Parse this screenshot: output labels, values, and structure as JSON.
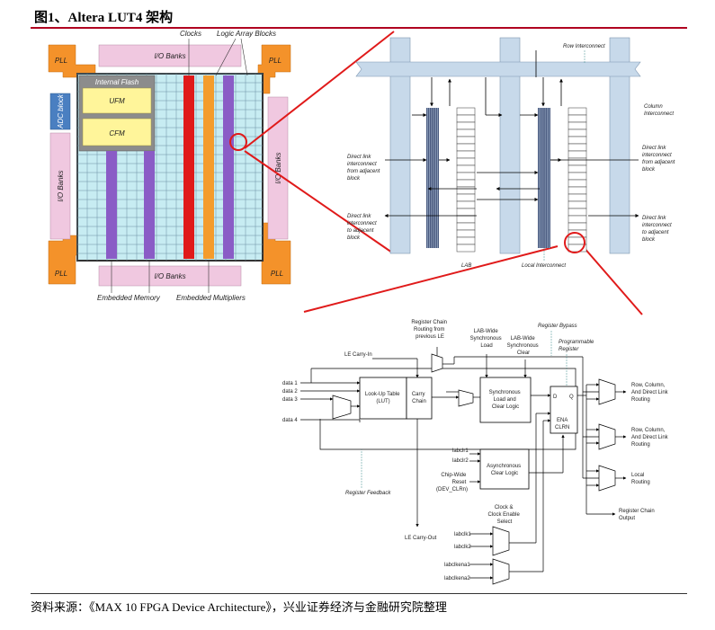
{
  "title": "图1、Altera LUT4 架构",
  "source": "资料来源：《MAX 10 FPGA Device Architecture》，兴业证券经济与金融研究院整理",
  "chip": {
    "pll": "PLL",
    "io_banks": "I/O Banks",
    "clocks": "Clocks",
    "logic_array_blocks": "Logic Array Blocks",
    "internal_flash": "Internal Flash",
    "ufm": "UFM",
    "cfm": "CFM",
    "adc_block": "ADC block",
    "embedded_memory": "Embedded Memory",
    "embedded_multipliers": "Embedded Multipliers"
  },
  "interconnect": {
    "row_interconnect": "Row Interconnect",
    "column_interconnect": [
      "Column",
      "Interconnect"
    ],
    "direct_link_from": [
      "Direct link",
      "interconnect",
      "from adjacent",
      "block"
    ],
    "direct_link_to": [
      "Direct link",
      "interconnect",
      "to adjacent",
      "block"
    ],
    "lab": "LAB",
    "local_interconnect": "Local Interconnect"
  },
  "le": {
    "register_chain_routing": [
      "Register Chain",
      "Routing from",
      "previous LE"
    ],
    "lab_wide_sync_load": [
      "LAB-Wide",
      "Synchronous",
      "Load"
    ],
    "lab_wide_sync_clear": [
      "LAB-Wide",
      "Synchronous",
      "Clear"
    ],
    "register_bypass": "Register Bypass",
    "programmable_register": [
      "Programmable",
      "Register"
    ],
    "le_carry_in": "LE Carry-In",
    "inputs": [
      "data 1",
      "data 2",
      "data 3",
      "data 4"
    ],
    "lut": [
      "Look-Up Table",
      "(LUT)"
    ],
    "carry_chain": [
      "Carry",
      "Chain"
    ],
    "sync_logic": [
      "Synchronous",
      "Load and",
      "Clear Logic"
    ],
    "reg_pins": {
      "d": "D",
      "q": "Q",
      "ena": "ENA",
      "clrn": "CLRN"
    },
    "out_row_col_1": [
      "Row, Column,",
      "And Direct Link",
      "Routing"
    ],
    "out_row_col_2": [
      "Row, Column,",
      "And Direct Link",
      "Routing"
    ],
    "out_local": [
      "Local",
      "Routing"
    ],
    "out_reg_chain": [
      "Register Chain",
      "Output"
    ],
    "labclr1": "labclr1",
    "labclr2": "labclr2",
    "chip_wide_reset": [
      "Chip-Wide",
      "Reset",
      "(DEV_CLRn)"
    ],
    "async_clear": [
      "Asynchronous",
      "Clear Logic"
    ],
    "clock_enable": [
      "Clock &",
      "Clock Enable",
      "Select"
    ],
    "labclk1": "labclk1",
    "labclk2": "labclk2",
    "labclkena1": "labclkena1",
    "labclkena2": "labclkena2",
    "register_feedback": "Register Feedback",
    "le_carry_out": "LE Carry-Out"
  },
  "colors": {
    "pll": "#f4922a",
    "io_bank": "#f0c8e0",
    "adc": "#4a7fc1",
    "flash": "#8c8c8c",
    "ufm": "#fff59a",
    "grid": "#c7ecf2",
    "memory": "#8a5cc6",
    "clock": "#e01a1a",
    "multiplier": "#f49c2c",
    "interconnect": "#c7d9ea",
    "callout": "#e01a1a"
  }
}
